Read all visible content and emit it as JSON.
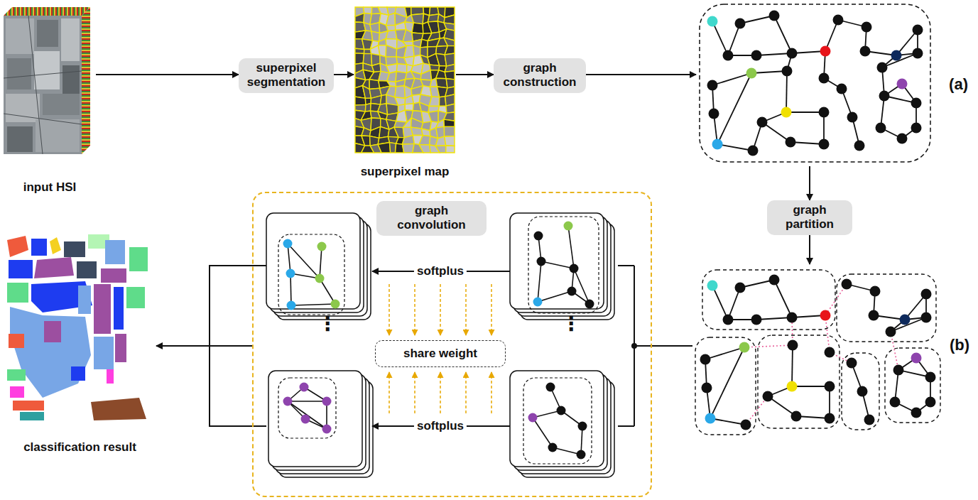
{
  "diagram": {
    "nodes": [
      {
        "text": [
          "input HSI"
        ]
      },
      {
        "text": [
          "superpixel segmentation"
        ]
      },
      {
        "text": [
          "superpixel map"
        ]
      },
      {
        "text": [
          "graph construction"
        ]
      },
      {
        "text": [
          "(a)"
        ]
      },
      {
        "text": [
          "graph partition"
        ]
      },
      {
        "text": [
          "(b)"
        ]
      },
      {
        "text": [
          "⋮",
          "⋮"
        ]
      },
      {
        "text": [
          "graph convolution"
        ],
        "in": 7
      },
      {
        "text": [
          "share weight"
        ],
        "in": 7
      },
      {
        "text": [
          "classification result"
        ]
      }
    ],
    "edges": [
      {
        "from": 0,
        "to": 1,
        "arrow": "to"
      },
      {
        "from": 1,
        "to": 2,
        "arrow": "to"
      },
      {
        "from": 2,
        "to": 3,
        "arrow": "to"
      },
      {
        "from": 3,
        "to": 4,
        "arrow": "to"
      },
      {
        "from": 4,
        "to": 5,
        "arrow": "to"
      },
      {
        "from": 5,
        "to": 6,
        "arrow": "to"
      },
      {
        "from": 6,
        "to": 7,
        "arrow": "none"
      },
      {
        "from": 7,
        "to": 10,
        "arrow": "to"
      }
    ],
    "labels": [
      "softplus",
      "softplus"
    ]
  }
}
